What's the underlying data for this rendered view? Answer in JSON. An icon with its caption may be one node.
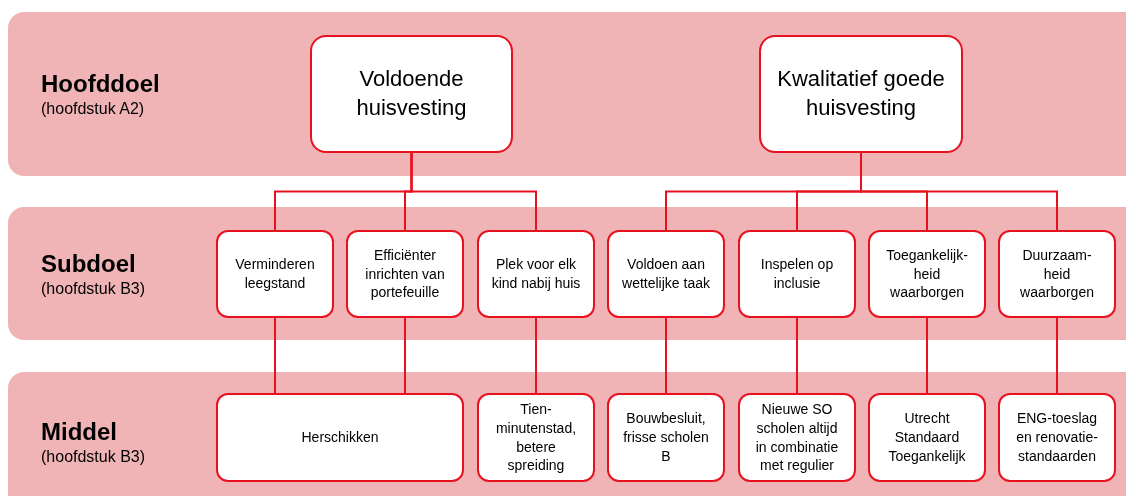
{
  "diagram": {
    "nodes": [
      {
        "text": [
          "Hoofddoel",
          "(hoofdstuk A2)"
        ]
      },
      {
        "text": [
          "Voldoende huisvesting"
        ],
        "in": 0
      },
      {
        "text": [
          "Kwalitatief goede huisvesting"
        ],
        "in": 0
      },
      {
        "text": [
          "Subdoel",
          "(hoofdstuk B3)"
        ]
      },
      {
        "text": [
          "Verminderen leegstand"
        ],
        "in": 3
      },
      {
        "text": [
          "Efficiënter inrichten van portefeuille"
        ],
        "in": 3
      },
      {
        "text": [
          "Plek voor elk kind nabij huis"
        ],
        "in": 3
      },
      {
        "text": [
          "Voldoen aan wettelijke taak"
        ],
        "in": 3
      },
      {
        "text": [
          "Inspelen op inclusie"
        ],
        "in": 3
      },
      {
        "text": [
          "Toegankelijk-heid waarborgen"
        ],
        "in": 3
      },
      {
        "text": [
          "Duurzaam-heid waarborgen"
        ],
        "in": 3
      },
      {
        "text": [
          "Middel",
          "(hoofdstuk B3)"
        ]
      },
      {
        "text": [
          "Herschikken"
        ],
        "in": 11
      },
      {
        "text": [
          "Tien-minutenstad, betere spreiding"
        ],
        "in": 11
      },
      {
        "text": [
          "Bouwbesluit, frisse scholen B"
        ],
        "in": 11
      },
      {
        "text": [
          "Nieuwe SO scholen altijd in combinatie met regulier"
        ],
        "in": 11
      },
      {
        "text": [
          "Utrecht Standaard Toegankelijk"
        ],
        "in": 11
      },
      {
        "text": [
          "ENG-toeslag en renovatie-standaarden"
        ],
        "in": 11
      }
    ],
    "edges": [
      {
        "from": 1,
        "to": 4,
        "arrow": "none"
      },
      {
        "from": 1,
        "to": 5,
        "arrow": "none"
      },
      {
        "from": 1,
        "to": 6,
        "arrow": "none"
      },
      {
        "from": 2,
        "to": 7,
        "arrow": "none"
      },
      {
        "from": 2,
        "to": 8,
        "arrow": "none"
      },
      {
        "from": 2,
        "to": 9,
        "arrow": "none"
      },
      {
        "from": 2,
        "to": 10,
        "arrow": "none"
      },
      {
        "from": 4,
        "to": 12,
        "arrow": "none"
      },
      {
        "from": 5,
        "to": 12,
        "arrow": "none"
      },
      {
        "from": 6,
        "to": 13,
        "arrow": "none"
      },
      {
        "from": 7,
        "to": 14,
        "arrow": "none"
      },
      {
        "from": 8,
        "to": 15,
        "arrow": "none"
      },
      {
        "from": 9,
        "to": 16,
        "arrow": "none"
      },
      {
        "from": 10,
        "to": 17,
        "arrow": "none"
      }
    ]
  }
}
